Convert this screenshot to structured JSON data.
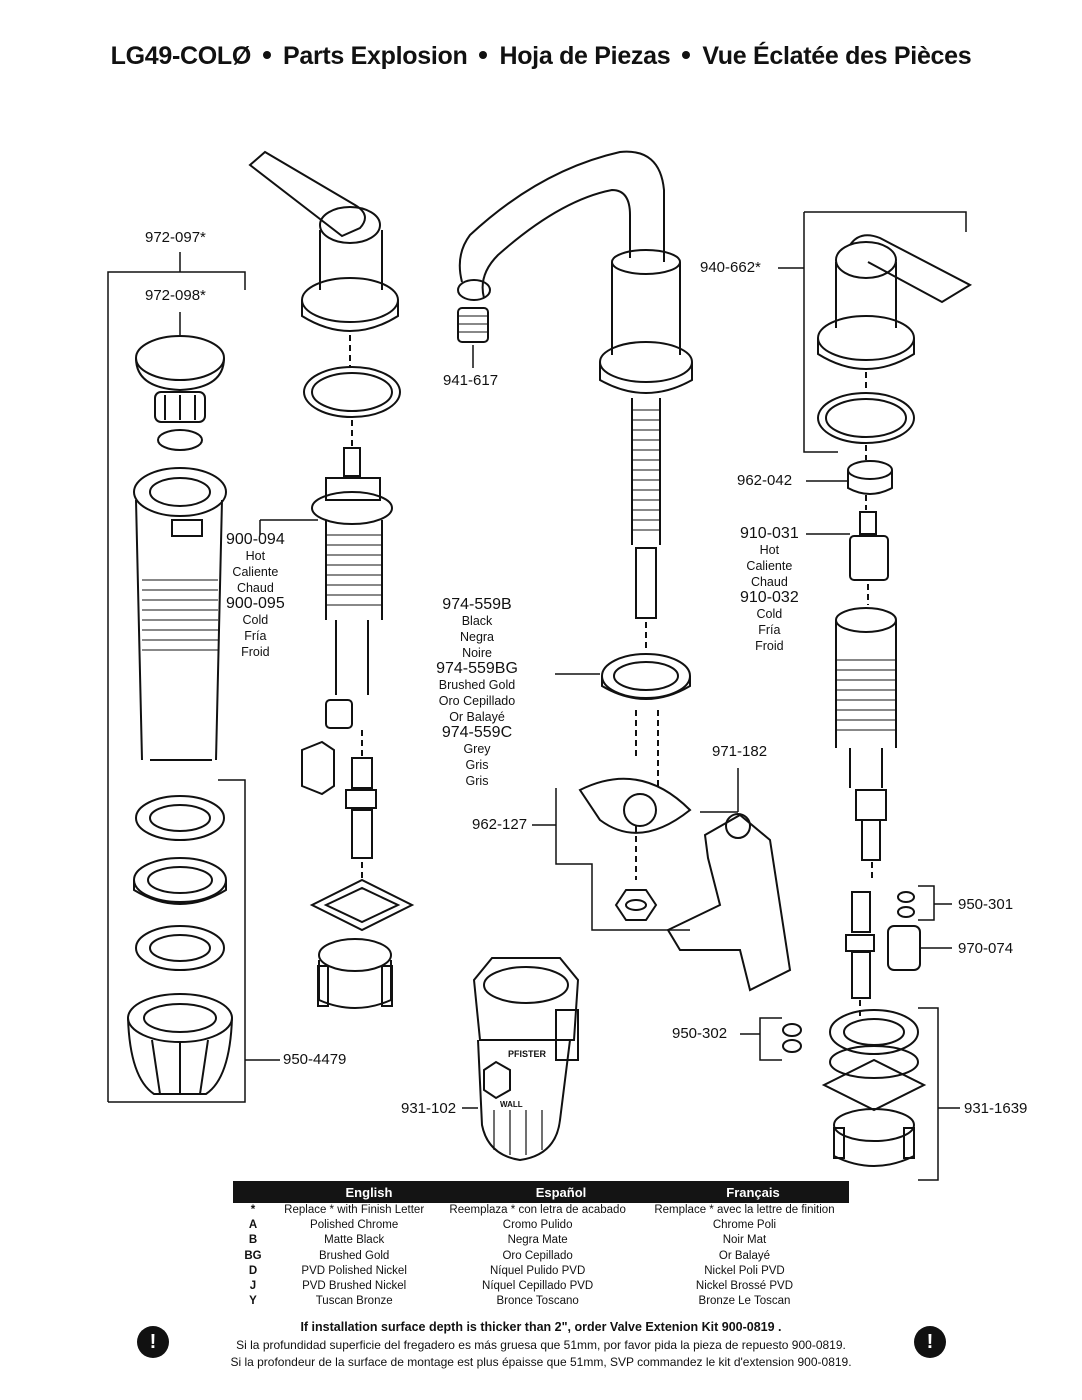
{
  "title": {
    "model": "LG49-COLØ",
    "en": "Parts Explosion",
    "es": "Hoja de Piezas",
    "fr": "Vue Éclatée des Pièces"
  },
  "parts": {
    "p972_097": "972-097*",
    "p972_098": "972-098*",
    "p900_094": "900-094",
    "p900_094_desc": [
      "Hot",
      "Caliente",
      "Chaud"
    ],
    "p900_095": "900-095",
    "p900_095_desc": [
      "Cold",
      "Fría",
      "Froid"
    ],
    "p941_617": "941-617",
    "p940_662": "940-662*",
    "p962_042": "962-042",
    "p910_031": "910-031",
    "p910_031_desc": [
      "Hot",
      "Caliente",
      "Chaud"
    ],
    "p910_032": "910-032",
    "p910_032_desc": [
      "Cold",
      "Fría",
      "Froid"
    ],
    "p974_559B": "974-559B",
    "p974_559B_desc": [
      "Black",
      "Negra",
      "Noire"
    ],
    "p974_559BG": "974-559BG",
    "p974_559BG_desc": [
      "Brushed Gold",
      "Oro Cepillado",
      "Or Balayé"
    ],
    "p974_559C": "974-559C",
    "p974_559C_desc": [
      "Grey",
      "Gris",
      "Gris"
    ],
    "p971_182": "971-182",
    "p962_127": "962-127",
    "p950_301": "950-301",
    "p970_074": "970-074",
    "p950_302": "950-302",
    "p950_4479": "950-4479",
    "p931_102": "931-102",
    "p931_1639": "931-1639",
    "body_text": "PFISTER",
    "body_text2": "WALL"
  },
  "legend": {
    "headers": [
      "English",
      "Español",
      "Français"
    ],
    "rows": [
      {
        "code": "*",
        "en": "Replace * with Finish Letter",
        "es": "Reemplaza * con letra de acabado",
        "fr": "Remplace * avec la lettre de finition"
      },
      {
        "code": "A",
        "en": "Polished Chrome",
        "es": "Cromo Pulido",
        "fr": "Chrome Poli"
      },
      {
        "code": "B",
        "en": "Matte Black",
        "es": "Negra Mate",
        "fr": "Noir Mat"
      },
      {
        "code": "BG",
        "en": "Brushed Gold",
        "es": "Oro Cepillado",
        "fr": "Or Balayé"
      },
      {
        "code": "D",
        "en": "PVD Polished Nickel",
        "es": "Níquel Pulido PVD",
        "fr": "Nickel Poli PVD"
      },
      {
        "code": "J",
        "en": "PVD Brushed Nickel",
        "es": "Níquel Cepillado PVD",
        "fr": "Nickel Brossé PVD"
      },
      {
        "code": "Y",
        "en": "Tuscan Bronze",
        "es": "Bronce Toscano",
        "fr": "Bronze Le Toscan"
      }
    ]
  },
  "notes": {
    "en": "If installation surface depth is thicker than 2\", order Valve Extenion Kit 900-0819 .",
    "es": "Si la profundidad superficie del fregadero es más gruesa que 51mm, por favor pida la pieza de repuesto 900-0819.",
    "fr": "Si la profondeur de la surface de montage est plus épaisse que 51mm, SVP commandez le kit d'extension 900-0819."
  },
  "warning_symbol": "!"
}
